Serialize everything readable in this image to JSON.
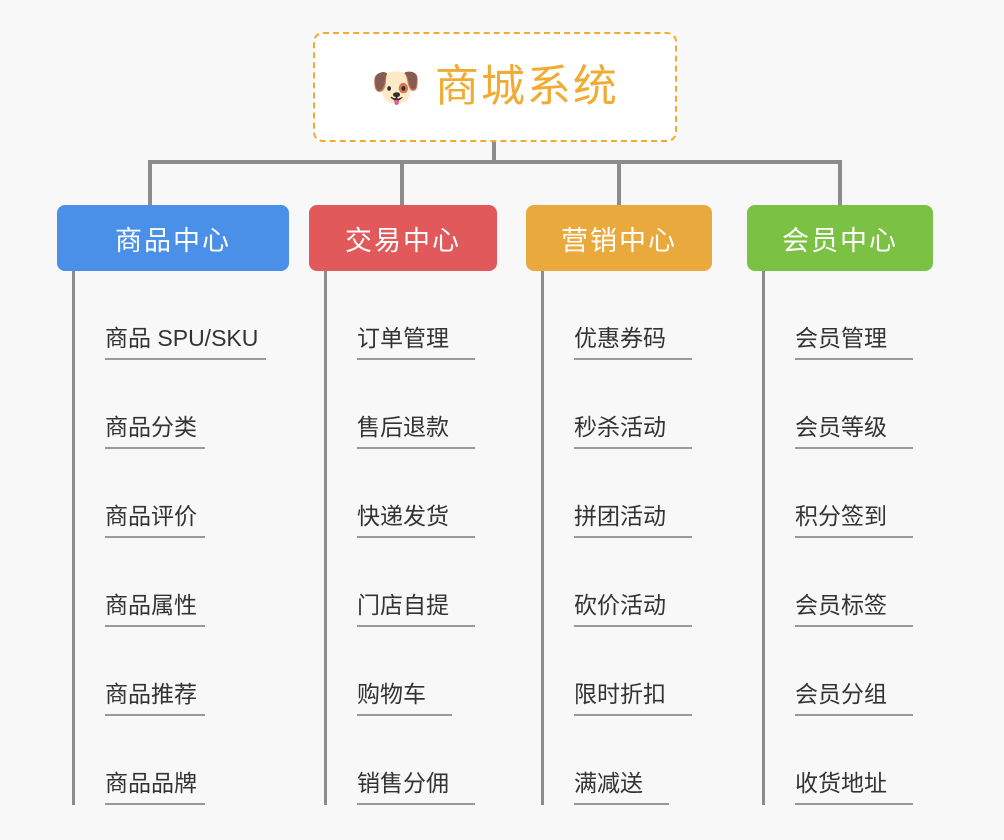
{
  "page": {
    "background_color": "#f8f8f8",
    "connector_color": "#8c8c8c"
  },
  "root": {
    "icon": "dog-face-emoji",
    "icon_glyph": "🐶",
    "title": "商城系统",
    "text_color": "#f0ab32",
    "border_color": "#f0ab32",
    "background_color": "#ffffff"
  },
  "branches": [
    {
      "id": "product-center",
      "title": "商品中心",
      "color": "#4a90e8",
      "items": [
        "商品 SPU/SKU",
        "商品分类",
        "商品评价",
        "商品属性",
        "商品推荐",
        "商品品牌"
      ]
    },
    {
      "id": "trade-center",
      "title": "交易中心",
      "color": "#e1595a",
      "items": [
        "订单管理",
        "售后退款",
        "快递发货",
        "门店自提",
        "购物车",
        "销售分佣"
      ]
    },
    {
      "id": "marketing-center",
      "title": "营销中心",
      "color": "#eaa93d",
      "items": [
        "优惠券码",
        "秒杀活动",
        "拼团活动",
        "砍价活动",
        "限时折扣",
        "满减送"
      ]
    },
    {
      "id": "member-center",
      "title": "会员中心",
      "color": "#7bc144",
      "items": [
        "会员管理",
        "会员等级",
        "积分签到",
        "会员标签",
        "会员分组",
        "收货地址"
      ]
    }
  ]
}
